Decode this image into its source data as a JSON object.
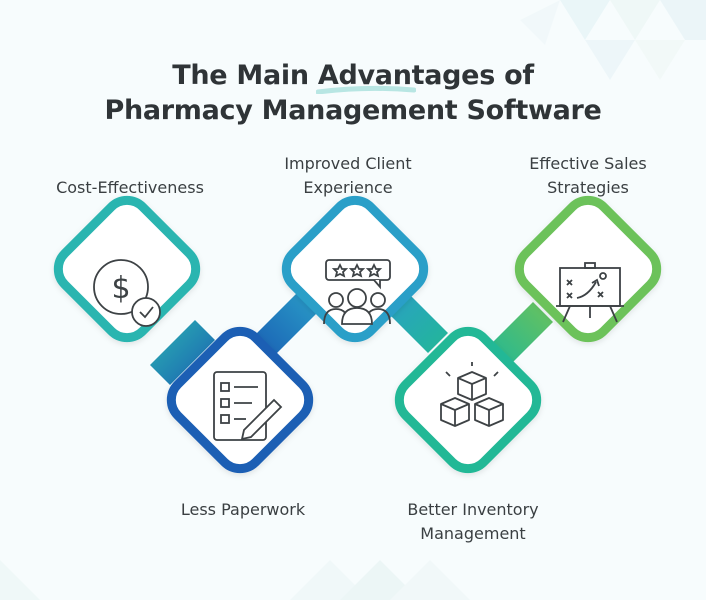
{
  "title": {
    "line1_before": "The Main ",
    "line1_highlight": "Advantages",
    "line1_after": " of",
    "line2": "Pharmacy Management Software"
  },
  "nodes": [
    {
      "id": "cost",
      "label": "Cost-Effectiveness",
      "icon": "dollar-check-icon",
      "color": "#2bb5b0"
    },
    {
      "id": "paper",
      "label": "Less Paperwork",
      "icon": "checklist-pencil-icon",
      "color": "#1a5fb4"
    },
    {
      "id": "client",
      "label_line1": "Improved Client",
      "label_line2": "Experience",
      "icon": "rating-group-icon",
      "color": "#2a9fc8"
    },
    {
      "id": "inventory",
      "label_line1": "Better Inventory",
      "label_line2": "Management",
      "icon": "stacked-boxes-icon",
      "color": "#22b896"
    },
    {
      "id": "sales",
      "label_line1": "Effective Sales",
      "label_line2": "Strategies",
      "icon": "strategy-board-icon",
      "color": "#6cc25a"
    }
  ],
  "colors": {
    "title": "#2f3437",
    "highlight": "#b8e6e3",
    "icon_stroke": "#3d4245"
  }
}
